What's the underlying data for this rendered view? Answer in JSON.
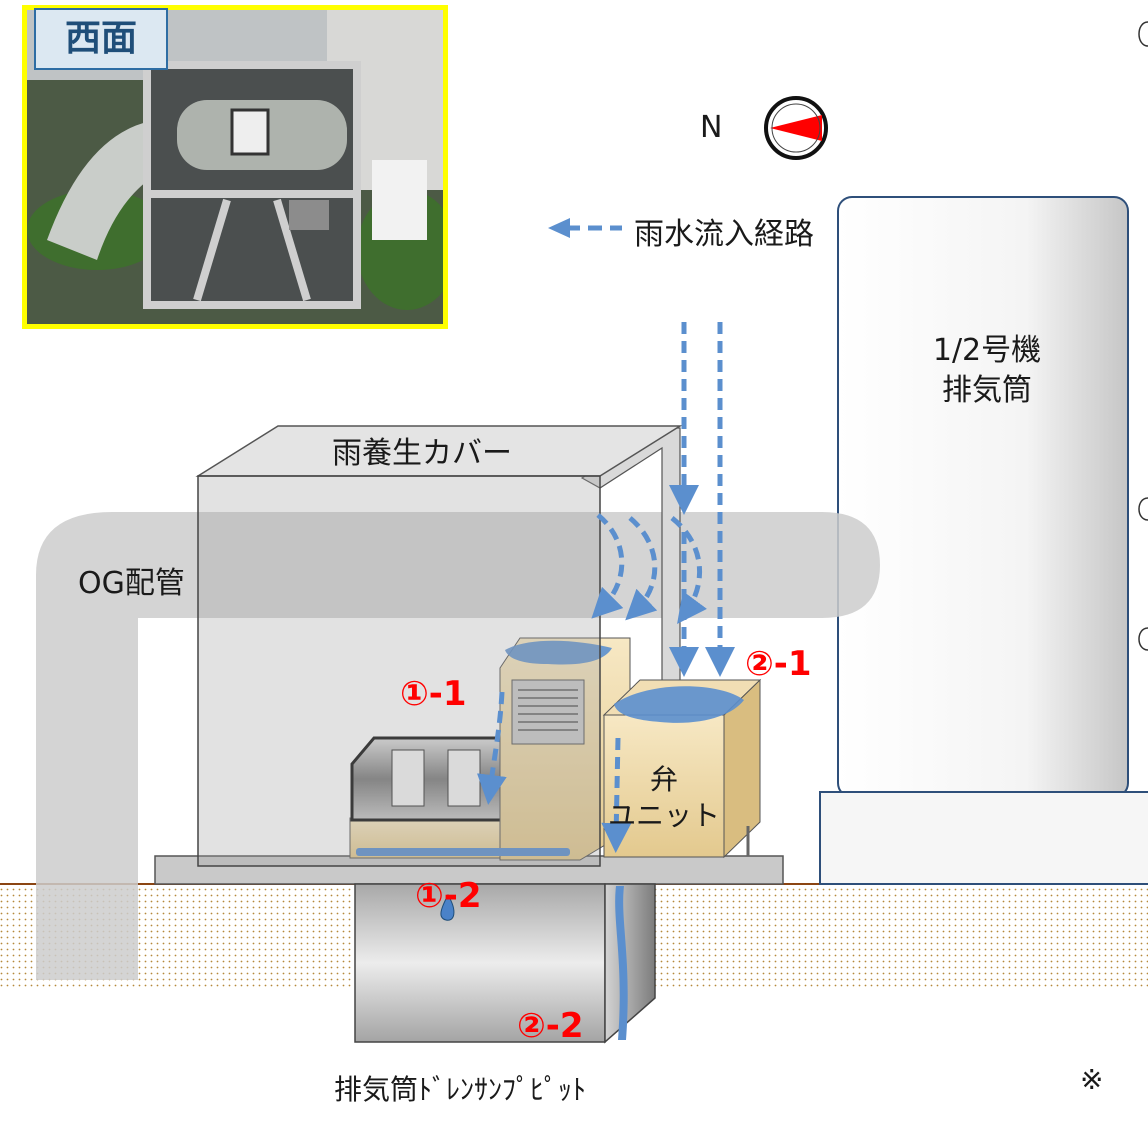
{
  "photo": {
    "badge": "西面"
  },
  "compass": {
    "label": "N"
  },
  "legend": {
    "label": "雨水流入経路",
    "color": "#5b8fce"
  },
  "labels": {
    "stack": "1/2号機\n排気筒",
    "cover": "雨養生カバー",
    "pipe": "OG配管",
    "valve_unit": "弁\nユニット",
    "pit": "排気筒ﾄﾞﾚﾝｻﾝﾌﾟﾋﾟｯﾄ",
    "footnote": "※"
  },
  "markers": {
    "m1_1": "①-1",
    "m1_2": "①-2",
    "m2_1": "②-1",
    "m2_2": "②-2"
  },
  "colors": {
    "marker": "#ff0000",
    "flow": "#5b8fce",
    "photo_border": "#ffff00"
  }
}
